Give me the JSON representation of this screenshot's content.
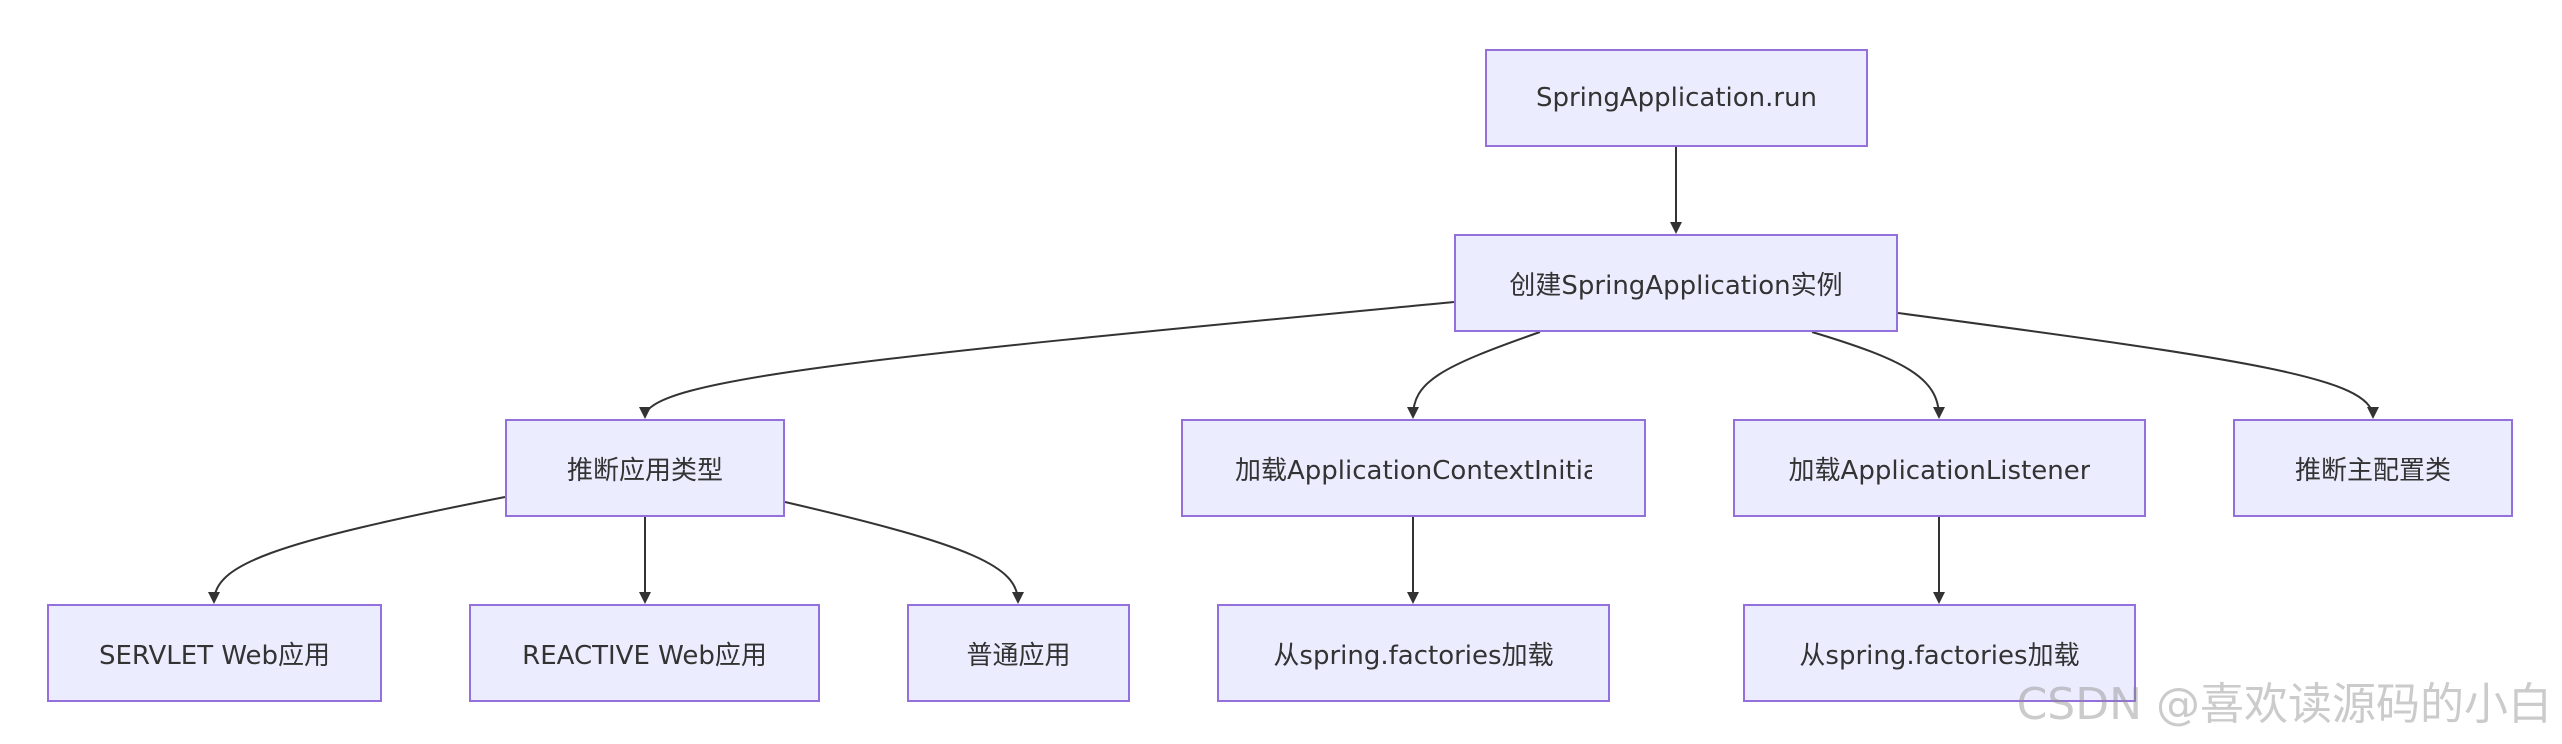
{
  "nodes": {
    "run": "SpringApplication.run",
    "create": "创建SpringApplication实例",
    "infer_type": "推断应用类型",
    "load_initializer": "加载ApplicationContextInitia",
    "load_listener": "加载ApplicationListener",
    "infer_main": "推断主配置类",
    "servlet": "SERVLET Web应用",
    "reactive": "REACTIVE Web应用",
    "normal": "普通应用",
    "factories_1": "从spring.factories加载",
    "factories_2": "从spring.factories加载"
  },
  "edges": [
    {
      "from": "run",
      "to": "create"
    },
    {
      "from": "create",
      "to": "infer_type"
    },
    {
      "from": "create",
      "to": "load_initializer"
    },
    {
      "from": "create",
      "to": "load_listener"
    },
    {
      "from": "create",
      "to": "infer_main"
    },
    {
      "from": "infer_type",
      "to": "servlet"
    },
    {
      "from": "infer_type",
      "to": "reactive"
    },
    {
      "from": "infer_type",
      "to": "normal"
    },
    {
      "from": "load_initializer",
      "to": "factories_1"
    },
    {
      "from": "load_listener",
      "to": "factories_2"
    }
  ],
  "watermark": "CSDN @喜欢读源码的小白",
  "colors": {
    "node_fill": "#ececff",
    "node_border": "#9370db",
    "edge": "#333333",
    "text": "#333333"
  }
}
